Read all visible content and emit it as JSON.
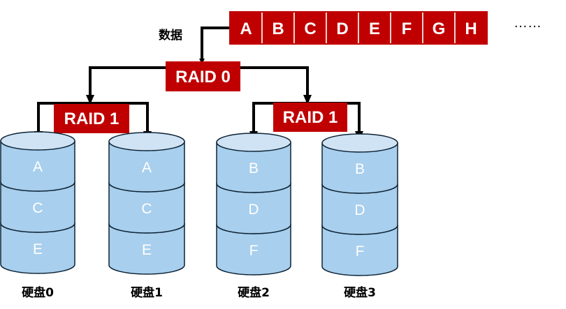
{
  "data_stream": {
    "label": "数据",
    "blocks": [
      "A",
      "B",
      "C",
      "D",
      "E",
      "F",
      "G",
      "H"
    ],
    "ellipsis": "……"
  },
  "raid0": {
    "label": "RAID 0"
  },
  "raid1_groups": [
    {
      "label": "RAID 1"
    },
    {
      "label": "RAID 1"
    }
  ],
  "disks": [
    {
      "name": "硬盘0",
      "segments": [
        "A",
        "C",
        "E"
      ]
    },
    {
      "name": "硬盘1",
      "segments": [
        "A",
        "C",
        "E"
      ]
    },
    {
      "name": "硬盘2",
      "segments": [
        "B",
        "D",
        "F"
      ]
    },
    {
      "name": "硬盘3",
      "segments": [
        "B",
        "D",
        "F"
      ]
    }
  ],
  "colors": {
    "block_red": "#c00000",
    "disk_fill": "#a8cfed",
    "disk_top": "#cfe3f5",
    "disk_stroke": "#0d2335",
    "line": "#000000"
  }
}
